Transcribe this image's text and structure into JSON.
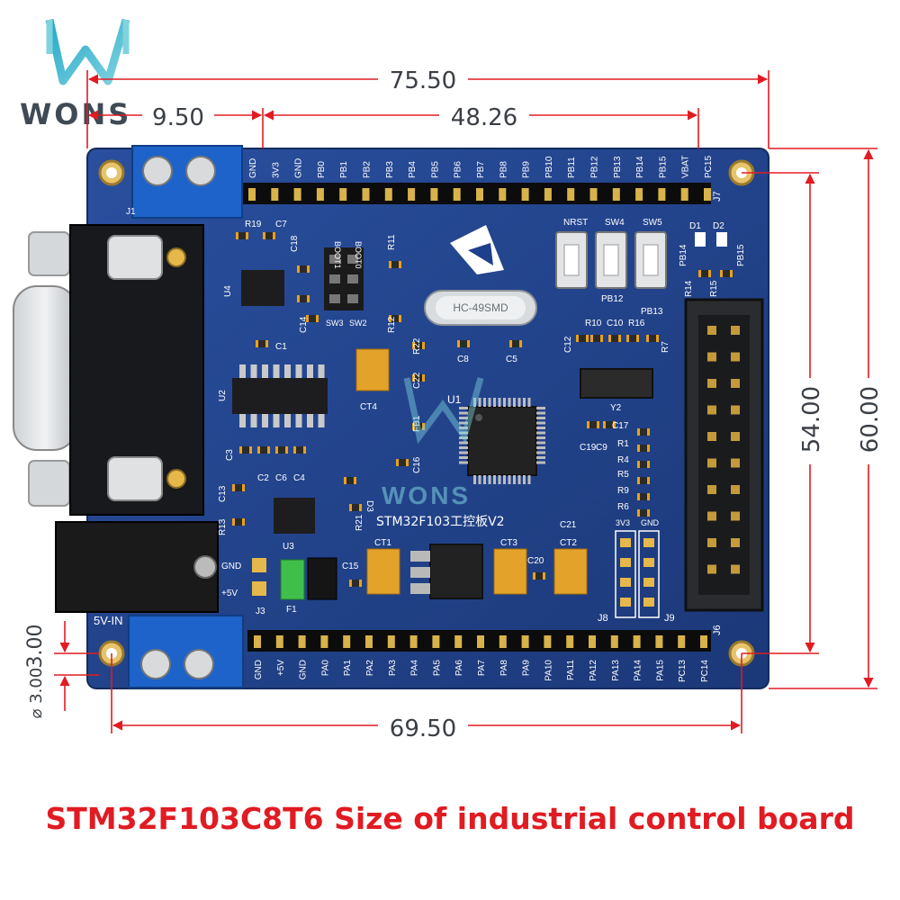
{
  "brand": {
    "name": "WONS",
    "watermark": "WONS",
    "logo_colors": [
      "#23a7c9",
      "#7fd3df"
    ]
  },
  "caption": "STM32F103C8T6 Size of industrial control board",
  "dimensions": {
    "width_overall": "75.50",
    "header_offset": "9.50",
    "header_span": "48.26",
    "height_overall": "60.00",
    "hole_span_vertical": "54.00",
    "hole_span_horizontal": "69.50",
    "hole_offset": "3.00",
    "hole_diameter": "⌀ 3.00"
  },
  "board": {
    "color": "#1e3f8c",
    "title": "STM32F103工控板V2",
    "crystal": "HC-49SMD",
    "mcu": "U1",
    "top_header": {
      "name": "J7",
      "pins": [
        "GND",
        "3V3",
        "GND",
        "PB0",
        "PB1",
        "PB2",
        "PB3",
        "PB4",
        "PB5",
        "PB6",
        "PB7",
        "PB8",
        "PB9",
        "PB10",
        "PB11",
        "PB12",
        "PB13",
        "PB14",
        "PB15",
        "VBAT",
        "PC15"
      ]
    },
    "bottom_header": {
      "name": "J6",
      "pins": [
        "GND",
        "+5V",
        "GND",
        "PA0",
        "PA1",
        "PA2",
        "PA3",
        "PA4",
        "PA5",
        "PA6",
        "PA7",
        "PA8",
        "PA9",
        "PA10",
        "PA11",
        "PA12",
        "PA13",
        "PA14",
        "PA15",
        "PC13",
        "PC14"
      ]
    },
    "switches": [
      "NRST",
      "SW4",
      "SW5"
    ],
    "switch_pins": [
      "PB12",
      "PB13"
    ],
    "led_labels": [
      "D1",
      "D2",
      "PB14",
      "PB15",
      "R14",
      "R15"
    ],
    "boot_labels": [
      "BOOT1",
      "BOOT0",
      "SW3",
      "SW2"
    ],
    "power_labels": [
      "GND",
      "+5V",
      "J3",
      "F1",
      "5V-IN"
    ],
    "jumper_labels": [
      "3V3",
      "GND",
      "J8",
      "J9"
    ],
    "components": [
      "R19",
      "C7",
      "C18",
      "U4",
      "C1",
      "U2",
      "C3",
      "C2",
      "C6",
      "C4",
      "C13",
      "R13",
      "U3",
      "D3",
      "R21",
      "C15",
      "CT1",
      "CT3",
      "CT2",
      "C20",
      "C21",
      "CT4",
      "C22",
      "FB1",
      "C16",
      "R11",
      "R12",
      "R22",
      "C14",
      "C8",
      "C5",
      "C12",
      "R10",
      "C10",
      "R16",
      "R7",
      "Y2",
      "C17",
      "C19",
      "C9",
      "R4",
      "R5",
      "R9",
      "R6",
      "R1",
      "J1"
    ]
  }
}
